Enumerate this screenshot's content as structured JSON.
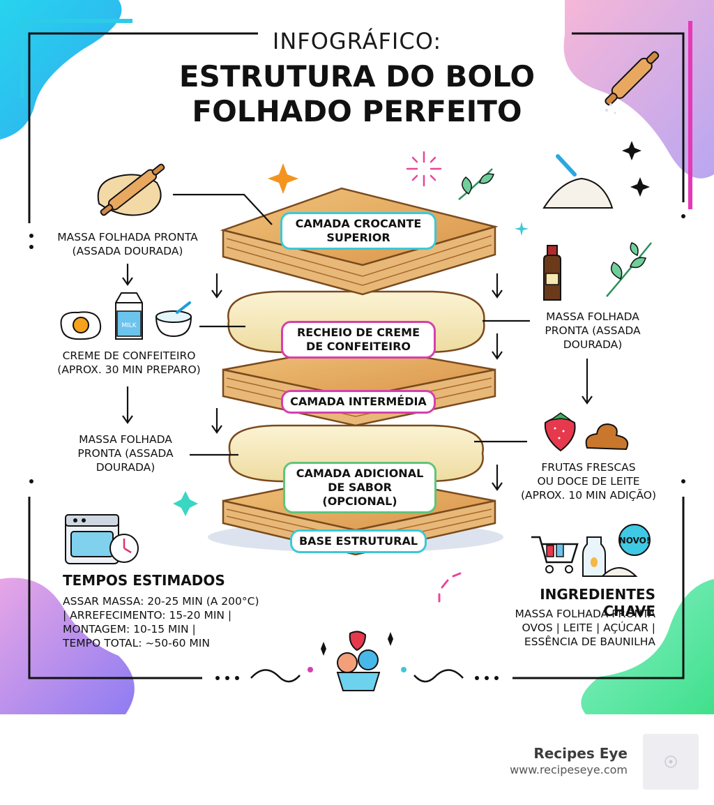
{
  "header": {
    "overline": "INFOGRÁFICO:",
    "title_line1": "ESTRUTURA DO BOLO",
    "title_line2": "FOLHADO PERFEITO"
  },
  "layers": [
    {
      "label_line1": "CAMADA CROCANTE",
      "label_line2": "SUPERIOR"
    },
    {
      "label_line1": "RECHEIO DE CREME",
      "label_line2": "DE CONFEITEIRO"
    },
    {
      "label_line1": "CAMADA INTERMÉDIA",
      "label_line2": ""
    },
    {
      "label_line1": "CAMADA ADICIONAL",
      "label_line2": "DE SABOR (OPCIONAL)"
    },
    {
      "label_line1": "BASE ESTRUTURAL",
      "label_line2": ""
    }
  ],
  "left_steps": [
    {
      "line1": "MASSA FOLHADA PRONTA",
      "line2": "(ASSADA DOURADA)",
      "line3": ""
    },
    {
      "line1": "CREME DE CONFEITEIRO",
      "line2": "(APROX. 30 MIN PREPARO)",
      "line3": ""
    },
    {
      "line1": "MASSA FOLHADA",
      "line2": "PRONTA (ASSADA",
      "line3": "DOURADA)"
    }
  ],
  "right_steps": [
    {
      "line1": "MASSA FOLHADA",
      "line2": "PRONTA (ASSADA",
      "line3": "DOURADA)"
    },
    {
      "line1": "FRUTAS FRESCAS",
      "line2": "OU DOCE DE LEITE",
      "line3": "(APROX. 10 MIN ADIÇÃO)"
    }
  ],
  "milk_label": "MILK",
  "badge": "NOVO!",
  "times": {
    "title": "TEMPOS ESTIMADOS",
    "line1": "ASSAR MASSA: 20-25 MIN (A 200°C)",
    "line2": "| ARREFECIMENTO: 15-20 MIN |",
    "line3": "MONTAGEM: 10-15 MIN |",
    "line4": "TEMPO TOTAL: ~50-60 MIN"
  },
  "ingredients": {
    "title": "INGREDIENTES CHAVE",
    "line1": "MASSA FOLHADA PRONTA",
    "line2": "OVOS | LEITE | AÇÚCAR |",
    "line3": "ESSÊNCIA DE BAUNILHA"
  },
  "footer": {
    "brand": "Recipes Eye",
    "url": "www.recipeseye.com"
  },
  "icons": [
    "rolling-pin-icon",
    "dough-icon",
    "egg-icon",
    "milk-carton-icon",
    "sugar-bowl-icon",
    "flour-pile-icon",
    "vanilla-bottle-icon",
    "leaf-icon",
    "strawberry-icon",
    "caramel-icon",
    "oven-icon",
    "clock-icon",
    "shopping-cart-icon",
    "milk-bottle-icon",
    "sparkle-icon",
    "cupcake-icon"
  ],
  "colors": {
    "cyan": "#3cc8d6",
    "magenta": "#d63fb0",
    "green": "#62c47a",
    "pastry": "#e3a85c",
    "cream": "#f6ecc4"
  }
}
